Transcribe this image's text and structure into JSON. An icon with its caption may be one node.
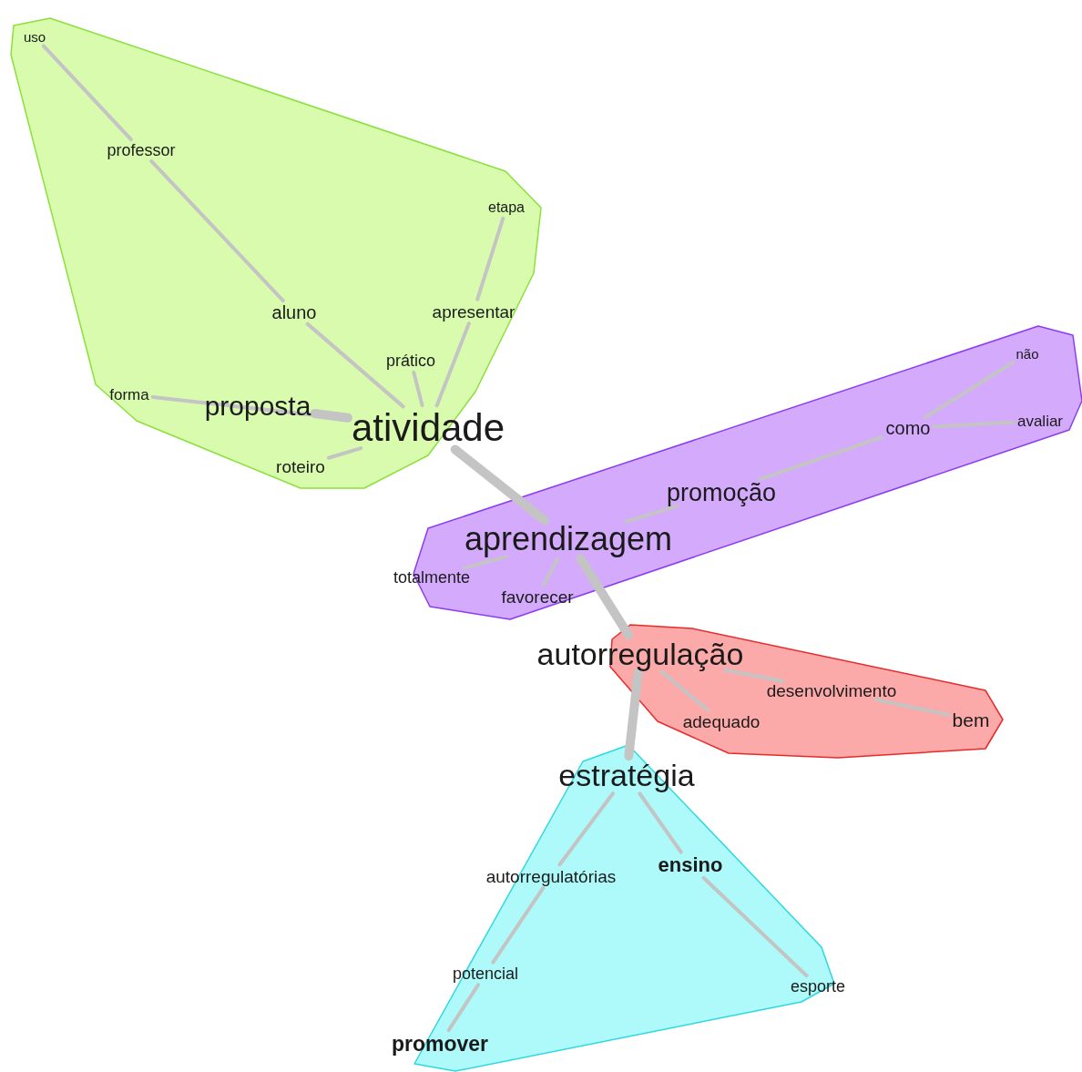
{
  "diagram": {
    "nodes": [
      {
        "text": [],
        "shape": "blob"
      },
      {
        "text": [
          "uso"
        ],
        "in": 0
      },
      {
        "text": [
          "professor"
        ],
        "in": 0
      },
      {
        "text": [
          "etapa"
        ],
        "in": 0
      },
      {
        "text": [
          "aluno"
        ],
        "in": 0
      },
      {
        "text": [
          "apresentar"
        ],
        "in": 0
      },
      {
        "text": [
          "prático"
        ],
        "in": 0
      },
      {
        "text": [
          "forma"
        ],
        "in": 0
      },
      {
        "text": [
          "proposta"
        ],
        "in": 0
      },
      {
        "text": [
          "atividade"
        ],
        "in": 0
      },
      {
        "text": [
          "roteiro"
        ],
        "in": 0
      },
      {
        "text": [],
        "shape": "blob"
      },
      {
        "text": [
          "não"
        ],
        "in": 11
      },
      {
        "text": [
          "como"
        ],
        "in": 11
      },
      {
        "text": [
          "avaliar"
        ],
        "in": 11
      },
      {
        "text": [
          "promoção"
        ],
        "in": 11
      },
      {
        "text": [
          "aprendizagem"
        ],
        "in": 11
      },
      {
        "text": [
          "totalmente"
        ]
      },
      {
        "text": [
          "favorecer"
        ],
        "in": 11
      },
      {
        "text": [],
        "shape": "blob"
      },
      {
        "text": [
          "autorregulação"
        ]
      },
      {
        "text": [
          "desenvolvimento"
        ],
        "in": 19
      },
      {
        "text": [
          "adequado"
        ],
        "in": 19
      },
      {
        "text": [
          "bem"
        ],
        "in": 19
      },
      {
        "text": [],
        "shape": "blob"
      },
      {
        "text": [
          "estratégia"
        ],
        "in": 24
      },
      {
        "text": [
          "autorregulatórias"
        ],
        "in": 24
      },
      {
        "text": [
          "ensino"
        ],
        "in": 24
      },
      {
        "text": [
          "potencial"
        ],
        "in": 24
      },
      {
        "text": [
          "esporte"
        ],
        "in": 24
      },
      {
        "text": [
          "promover"
        ],
        "in": 24
      }
    ],
    "edges": [
      {
        "from": 2,
        "to": 1,
        "arrow": "none"
      },
      {
        "from": 2,
        "to": 4,
        "arrow": "none"
      },
      {
        "from": 4,
        "to": 9,
        "arrow": "none"
      },
      {
        "from": 3,
        "to": 5,
        "arrow": "none"
      },
      {
        "from": 5,
        "to": 9,
        "arrow": "none"
      },
      {
        "from": 6,
        "to": 9,
        "arrow": "none"
      },
      {
        "from": 7,
        "to": 9,
        "arrow": "none"
      },
      {
        "from": 8,
        "to": 9,
        "arrow": "none",
        "style": "thick"
      },
      {
        "from": 10,
        "to": 9,
        "arrow": "none"
      },
      {
        "from": 9,
        "to": 16,
        "arrow": "none",
        "style": "thick"
      },
      {
        "from": 16,
        "to": 15,
        "arrow": "none"
      },
      {
        "from": 15,
        "to": 13,
        "arrow": "none"
      },
      {
        "from": 13,
        "to": 12,
        "arrow": "none"
      },
      {
        "from": 13,
        "to": 14,
        "arrow": "none"
      },
      {
        "from": 16,
        "to": 17,
        "arrow": "none"
      },
      {
        "from": 16,
        "to": 18,
        "arrow": "none"
      },
      {
        "from": 16,
        "to": 20,
        "arrow": "none",
        "style": "thick"
      },
      {
        "from": 20,
        "to": 21,
        "arrow": "none"
      },
      {
        "from": 21,
        "to": 23,
        "arrow": "none"
      },
      {
        "from": 20,
        "to": 22,
        "arrow": "none"
      },
      {
        "from": 20,
        "to": 25,
        "arrow": "none",
        "style": "thick"
      },
      {
        "from": 25,
        "to": 26,
        "arrow": "none"
      },
      {
        "from": 26,
        "to": 28,
        "arrow": "none"
      },
      {
        "from": 28,
        "to": 30,
        "arrow": "none"
      },
      {
        "from": 25,
        "to": 27,
        "arrow": "none"
      },
      {
        "from": 27,
        "to": 29,
        "arrow": "none"
      }
    ]
  }
}
